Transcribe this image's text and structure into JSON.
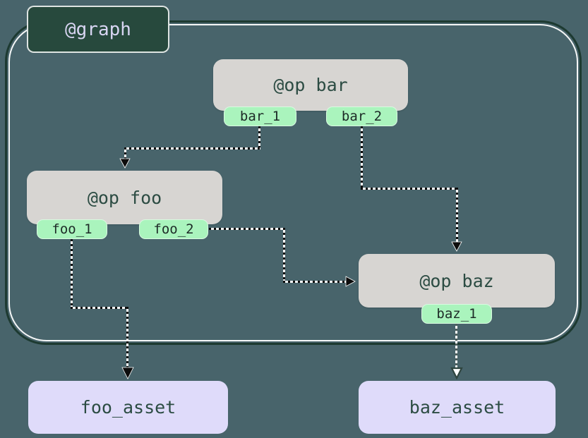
{
  "diagram": {
    "graph": {
      "label": "@graph"
    },
    "ops": {
      "bar": {
        "label": "@op bar",
        "outputs": {
          "out1": "bar_1",
          "out2": "bar_2"
        }
      },
      "foo": {
        "label": "@op foo",
        "outputs": {
          "out1": "foo_1",
          "out2": "foo_2"
        }
      },
      "baz": {
        "label": "@op baz",
        "outputs": {
          "out1": "baz_1"
        }
      }
    },
    "assets": {
      "foo": {
        "label": "foo_asset"
      },
      "baz": {
        "label": "baz_asset"
      }
    },
    "edges": [
      {
        "from": "bar_1",
        "to": "@op foo"
      },
      {
        "from": "bar_2",
        "to": "@op baz"
      },
      {
        "from": "foo_2",
        "to": "@op baz"
      },
      {
        "from": "foo_1",
        "to": "foo_asset"
      },
      {
        "from": "baz_1",
        "to": "baz_asset"
      }
    ],
    "colors": {
      "background": "#48646b",
      "graph_label_fill": "#27493d",
      "graph_label_text": "#d8d5f2",
      "graph_border": "#1d3a31",
      "graph_border_highlight": "#ffffff",
      "op_fill": "#d7d5d2",
      "op_text": "#2c4c43",
      "output_tab_fill": "#aaf4bd",
      "output_tab_text": "#1d2b27",
      "asset_fill": "#dfdbfa",
      "asset_text": "#2c4c43",
      "edge_color": "#0c0c0c"
    }
  }
}
